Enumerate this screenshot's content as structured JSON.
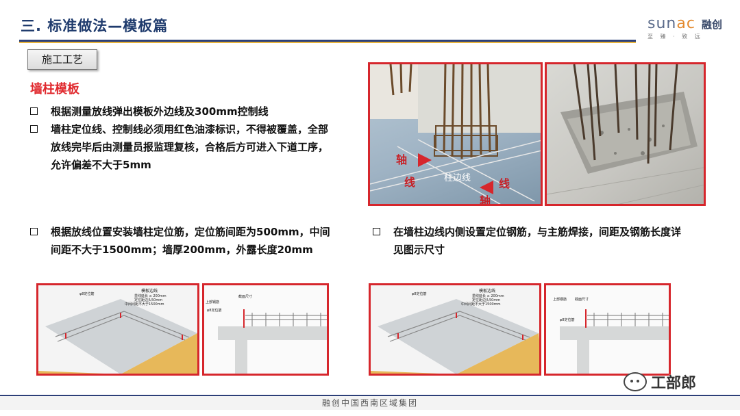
{
  "header": {
    "title": "三. 标准做法—模板篇",
    "logo_word_a": "sun",
    "logo_word_b": "ac",
    "logo_cn": "融创",
    "logo_tag": "至 臻 · 致 远"
  },
  "section": {
    "tab_label": "施工工艺",
    "subtitle": "墙柱模板"
  },
  "bullets_top": [
    {
      "text": "根据测量放线弹出模板外边线及300mm控制线"
    },
    {
      "text": "墙柱定位线、控制线必须用红色油漆标识，不得被覆盖，全部放线完毕后由测量员报监理复核，合格后方可进入下道工序，允许偏差不大于5mm"
    }
  ],
  "bullets_mid_left": [
    {
      "text": "根据放线位置安装墙柱定位筋，定位筋间距为500mm，中间间距不大于1500mm；墙厚200mm，外露长度20mm"
    }
  ],
  "bullets_mid_right": [
    {
      "text": "在墙柱边线内侧设置定位钢筋，与主筋焊接，间距及钢筋长度详见图示尺寸"
    }
  ],
  "photo1": {
    "axis_label_top": "轴",
    "axis_label_top2": "线",
    "edge_label": "柱边线",
    "axis_label_bot": "轴",
    "axis_label_bot2": "线"
  },
  "diagrams": {
    "d1_labels": [
      "模板边线",
      "墨线延长 ≥ 200mm",
      "定位距边头50mm",
      "中间间距不大于1500mm",
      "φ8定位筋"
    ],
    "d2_labels": [
      "截面尺寸",
      "上部钢筋",
      "φ8定位筋"
    ],
    "d3_labels": [
      "模板边线",
      "墨线延长 ≥ 200mm",
      "定位距边头50mm",
      "中间间距不大于1500mm",
      "φ8定位筋"
    ],
    "d4_labels": [
      "上部钢筋",
      "截面尺寸",
      "φ8定位筋"
    ]
  },
  "footer": {
    "text": "融创中国西南区域集团"
  },
  "watermark": {
    "text": "工部郎"
  },
  "colors": {
    "accent_red": "#d6262c",
    "title_blue": "#1f3b6d",
    "gold": "#e8b33a"
  }
}
